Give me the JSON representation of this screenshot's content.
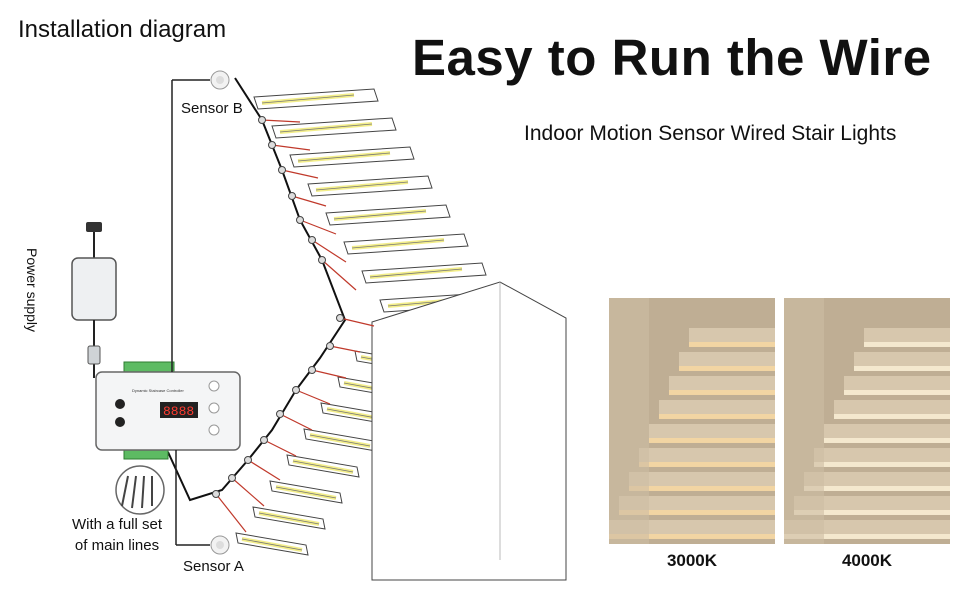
{
  "diagram": {
    "title": "Installation diagram",
    "sensor_b": "Sensor B",
    "sensor_a": "Sensor A",
    "power_supply": "Power supply",
    "main_lines": [
      "With a full set",
      "of main lines"
    ],
    "controller_title": "Dynamic Staircase Controller",
    "display": "8888"
  },
  "hero": {
    "headline": "Easy to Run the Wire",
    "subheadline": "Indoor Motion Sensor Wired Stair Lights"
  },
  "photos": [
    {
      "label": "3000K",
      "tone": "#f3d6a2"
    },
    {
      "label": "4000K",
      "tone": "#f6ead0"
    }
  ],
  "colors": {
    "wire": "#111111",
    "led_strip": "#f3ee8a",
    "branch_wire": "#c0392b",
    "controller_terminals": "#5dbb63"
  }
}
